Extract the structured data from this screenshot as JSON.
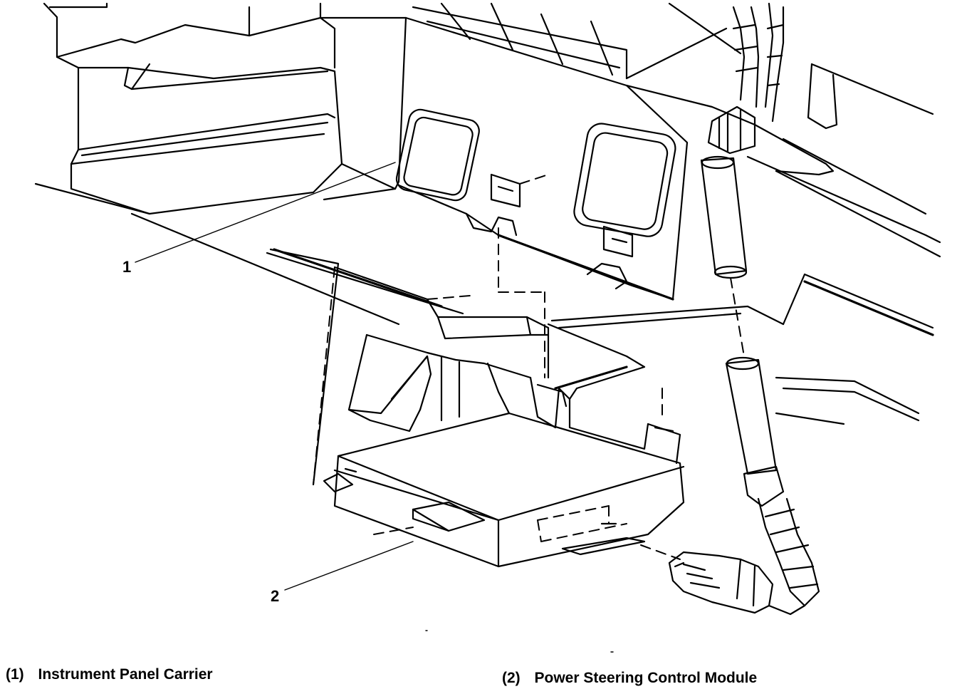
{
  "callouts": [
    {
      "number": "1",
      "label": "Instrument Panel Carrier"
    },
    {
      "number": "2",
      "label": "Power Steering Control Module"
    }
  ],
  "legend": [
    {
      "number": "(1)",
      "label": "Instrument Panel Carrier"
    },
    {
      "number": "(2)",
      "label": "Power Steering Control Module"
    }
  ]
}
